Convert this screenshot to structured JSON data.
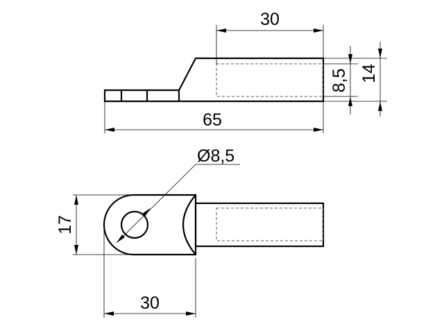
{
  "side_view": {
    "dim_tube_length": "30",
    "dim_total_length": "65",
    "dim_bore_diameter": "8,5",
    "dim_outer_height": "14"
  },
  "top_view": {
    "dim_hole_diameter": "Ø8,5",
    "dim_lug_width": "17",
    "dim_lug_length": "30"
  }
}
